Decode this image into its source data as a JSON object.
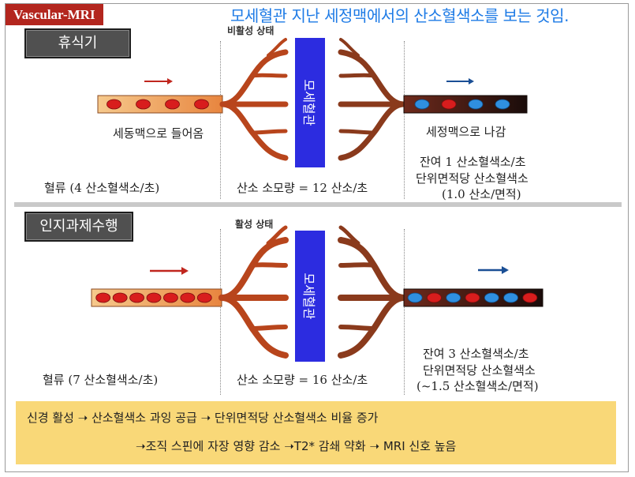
{
  "tag": "Vascular-MRI",
  "heading": "모세혈관 지난 세정맥에서의 산소혈색소를 보는 것임.",
  "panels": [
    {
      "state": "휴식기",
      "state_label": "비활성 상태",
      "capillary": "모세혈관",
      "in_label": "세동맥으로 들어옴",
      "out_label": "세정맥으로 나감",
      "flow": "혈류 (4 산소혈색소/초)",
      "consumption": "산소 소모량 = 12 산소/초",
      "residual": "잔여 1 산소혈색소/초",
      "per_area": "단위면적당 산소혈색소",
      "per_area_value": "(1.0 산소/면적)",
      "in_cells": [
        "red",
        "red",
        "red",
        "red"
      ],
      "out_cells": [
        "blue",
        "red",
        "blue",
        "blue"
      ]
    },
    {
      "state": "인지과제수행",
      "state_label": "활성 상태",
      "capillary": "모세혈관",
      "flow": "혈류 (7 산소혈색소/초)",
      "consumption": "산소 소모량 = 16 산소/초",
      "residual": "잔여 3 산소혈색소/초",
      "per_area": "단위면적당 산소혈색소",
      "per_area_value": "(~1.5 산소혈색소/면적)",
      "in_cells": [
        "red",
        "red",
        "red",
        "red",
        "red",
        "red",
        "red"
      ],
      "out_cells": [
        "blue",
        "red",
        "blue",
        "red",
        "blue",
        "blue",
        "red"
      ]
    }
  ],
  "note": {
    "line1": "신경 활성 ➝ 산소혈색소 과잉 공급 ➝ 단위면적당 산소혈색소 비율 증가",
    "line2": "➝조직 스핀에 자장 영향 감소 ➝T2* 감쇄 약화 ➝ MRI 신호 높음"
  },
  "colors": {
    "artery": "#f3a263",
    "vein": "#2a1814",
    "oxy_cell": "#d81d1d",
    "deoxy_cell": "#2f8fe0",
    "capillary": "#2c2ce0",
    "branch": "#b8451c",
    "arrow_in": "#c0261e",
    "arrow_out": "#1a4f95"
  },
  "icons": [
    "arrow-right-icon"
  ]
}
